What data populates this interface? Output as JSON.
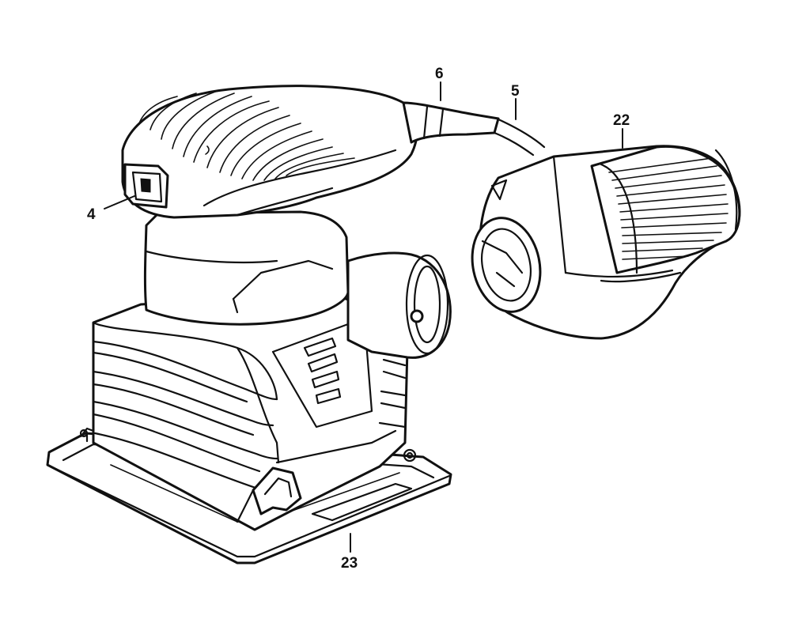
{
  "diagram": {
    "callouts": [
      {
        "id": "4",
        "label": "4"
      },
      {
        "id": "6",
        "label": "6"
      },
      {
        "id": "5",
        "label": "5"
      },
      {
        "id": "22",
        "label": "22"
      },
      {
        "id": "23",
        "label": "23"
      }
    ]
  }
}
